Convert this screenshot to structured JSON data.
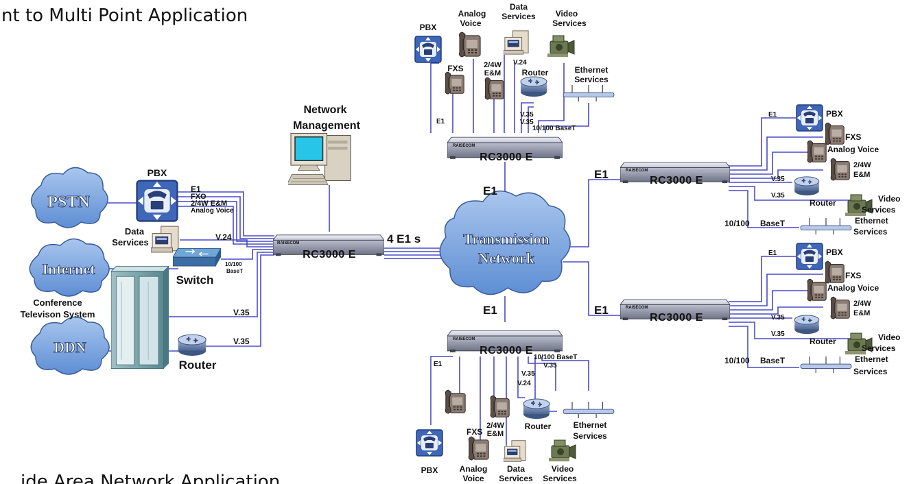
{
  "captions": {
    "top": "nt to Multi Point Application",
    "bottom": "ide Area Network Application"
  },
  "colors": {
    "link": "#4a4ac8",
    "cloud": "#7ea6e0",
    "device": "#5a6078",
    "phone": "#7a6a60"
  },
  "icons": {
    "pbx": "pbx-icon",
    "phone": "telephone-icon",
    "router": "router-icon",
    "computer": "computer-icon",
    "ethernet": "ethernet-bus-icon",
    "video": "video-camera-icon",
    "data": "data-terminal-icon",
    "switch": "switch-icon",
    "server": "server-rack-icon"
  },
  "clouds": {
    "pstn": "PSTN",
    "internet": "Internet",
    "ddn": "DDN",
    "transmission_1": "Transmission",
    "transmission_2": "Network"
  },
  "devices": {
    "rc_center": "RC3000 E",
    "rc_top": "RC3000 E",
    "rc_right_top": "RC3000 E",
    "rc_right_bottom": "RC3000 E",
    "rc_bottom": "RC3000 E",
    "brand": "RAISECOM"
  },
  "labels": {
    "network_management_1": "Network",
    "network_management_2": "Management",
    "pbx": "PBX",
    "e1": "E1",
    "fxo": "FXO",
    "fxs": "FXS",
    "em_24w": "2/4W E&M",
    "em_24w_1": "2/4W",
    "em_24w_2": "E&M",
    "analog_voice": "Analog Voice",
    "analog": "Analog",
    "voice": "Voice",
    "data": "Data",
    "services": "Services",
    "video": "Video",
    "ethernet": "Ethernet",
    "router": "Router",
    "switch": "Switch",
    "v24": "V.24",
    "v35": "V.35",
    "base_100_1": "10/100",
    "base_100_2": "BaseT",
    "base_100": "10/100 BaseT",
    "e1s": "4 E1 s",
    "conference_1": "Conference",
    "conference_2": "Televison System"
  }
}
